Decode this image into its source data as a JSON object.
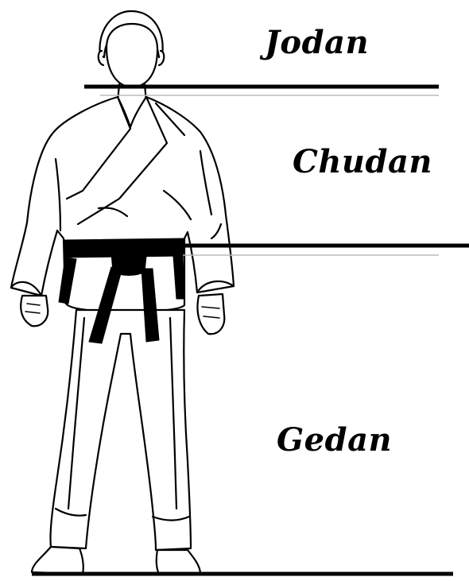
{
  "zones": {
    "jodan": "Jodan",
    "chudan": "Chudan",
    "gedan": "Gedan"
  },
  "colors": {
    "ink": "#000000",
    "paper": "#ffffff",
    "faint_line": "#bbbbbb"
  },
  "icons": {
    "figure": "karateka-in-gi-figure-icon"
  }
}
